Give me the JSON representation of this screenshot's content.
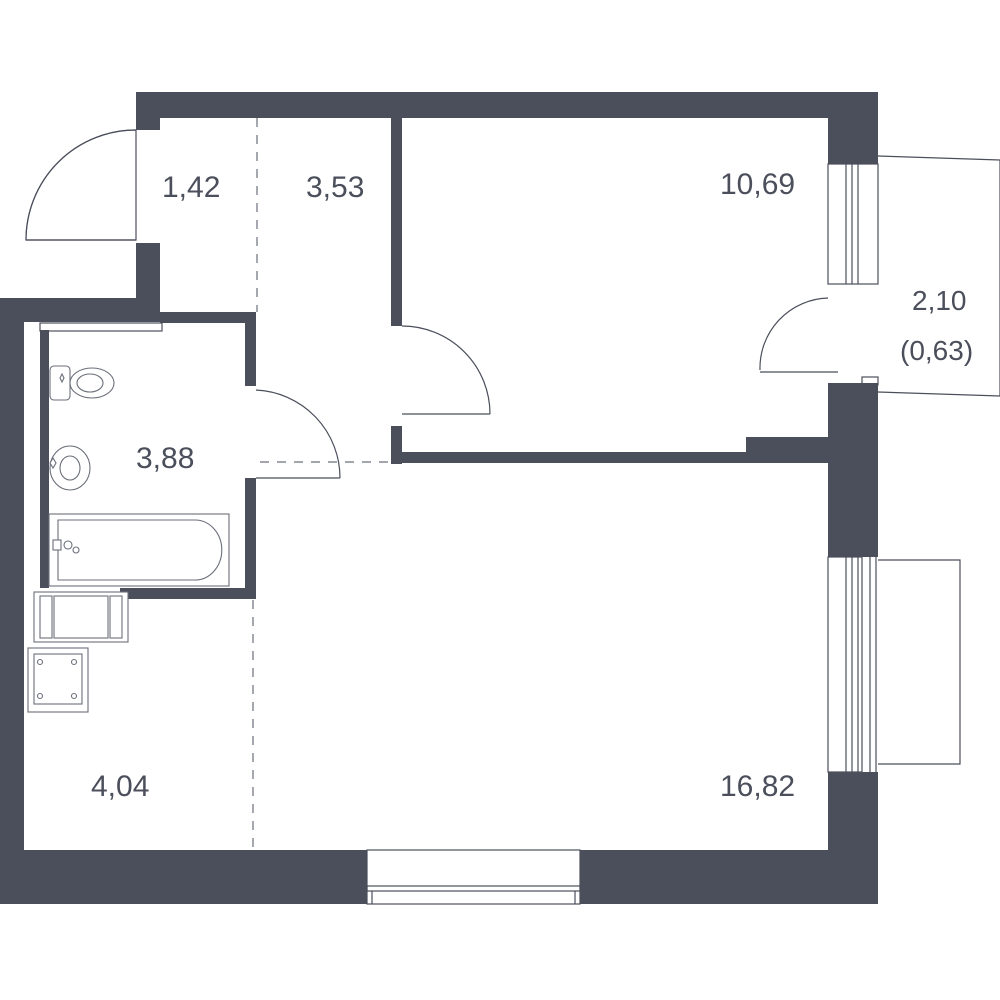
{
  "plan": {
    "rooms": [
      {
        "id": "vestibule",
        "area": "1,42"
      },
      {
        "id": "hallway",
        "area": "3,53"
      },
      {
        "id": "bedroom",
        "area": "10,69"
      },
      {
        "id": "balcony",
        "area": "2,10",
        "area_reduced": "(0,63)"
      },
      {
        "id": "bathroom",
        "area": "3,88"
      },
      {
        "id": "kitchen",
        "area": "4,04"
      },
      {
        "id": "living-room",
        "area": "16,82"
      }
    ],
    "colors": {
      "wall": "#4b4f5b",
      "background": "#ffffff"
    }
  }
}
